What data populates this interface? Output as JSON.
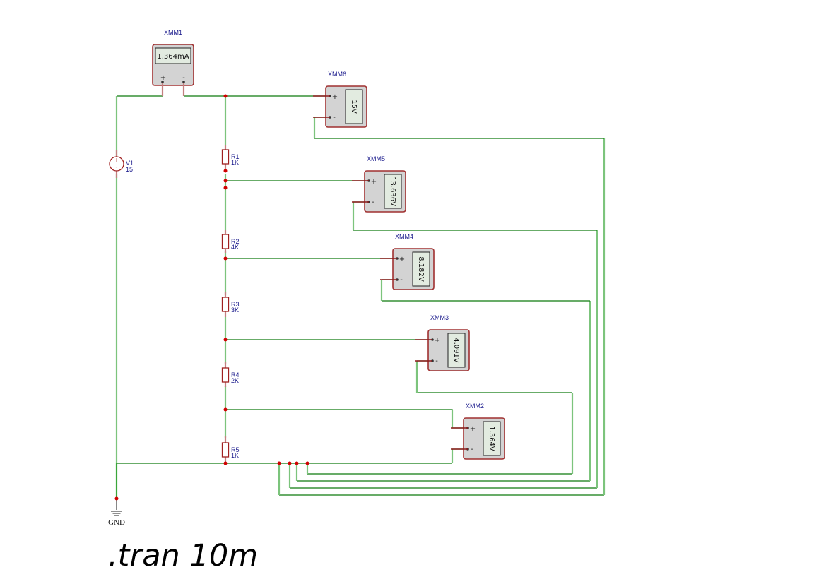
{
  "source": {
    "name": "V1",
    "value": "15"
  },
  "ground": {
    "label": "GND"
  },
  "resistors": [
    {
      "name": "R1",
      "value": "1K"
    },
    {
      "name": "R2",
      "value": "4K"
    },
    {
      "name": "R3",
      "value": "3K"
    },
    {
      "name": "R4",
      "value": "2K"
    },
    {
      "name": "R5",
      "value": "1K"
    }
  ],
  "ammeter": {
    "name": "XMM1",
    "reading": "1.364mA",
    "plus": "+",
    "minus": "-"
  },
  "voltmeters": [
    {
      "name": "XMM6",
      "reading": "15V"
    },
    {
      "name": "XMM5",
      "reading": "13.636V"
    },
    {
      "name": "XMM4",
      "reading": "8.182V"
    },
    {
      "name": "XMM3",
      "reading": "4.091V"
    },
    {
      "name": "XMM2",
      "reading": "1.364V"
    }
  ],
  "pin_symbols": {
    "plus": "+",
    "minus": "-"
  },
  "directive": ".tran 10m",
  "colors": {
    "wire": "#0f7a0f",
    "wire_light": "#7cc47c",
    "component": "#a02020",
    "junction": "#d00000",
    "label": "#1a1a8c"
  }
}
